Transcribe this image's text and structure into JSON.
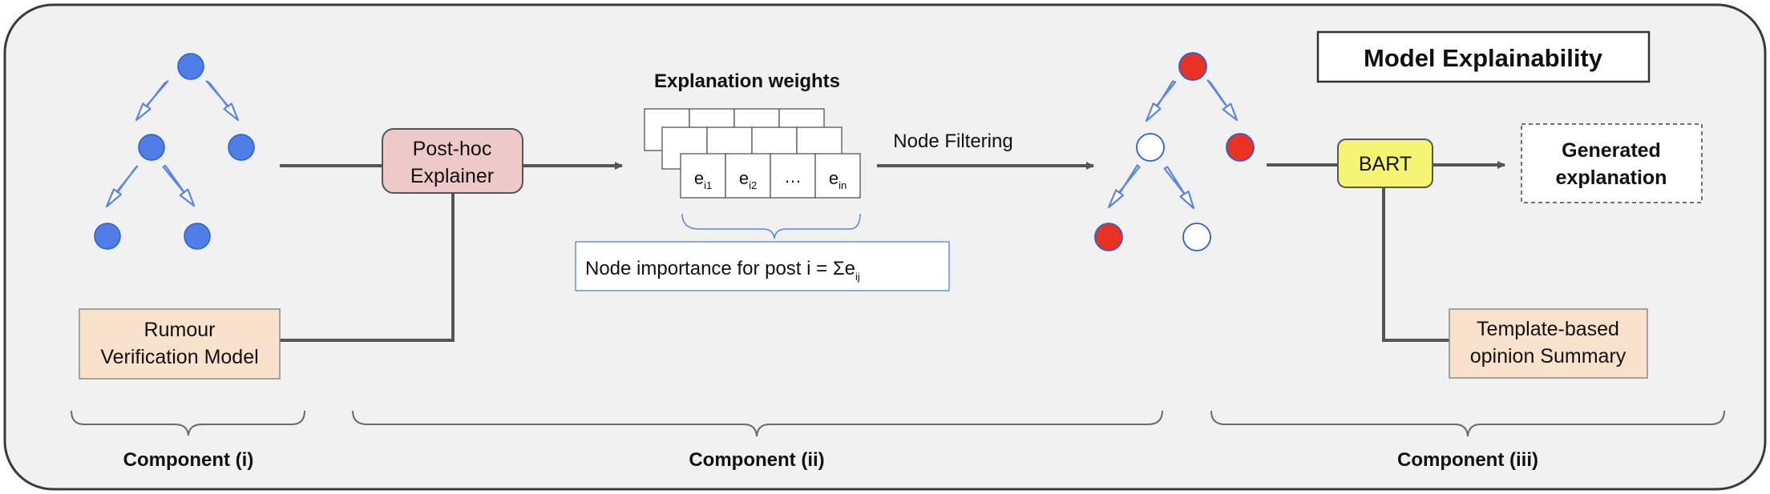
{
  "title": "Model Explainability",
  "colors": {
    "panel_fill": "#f1f1f1",
    "panel_stroke": "#3a3a3a",
    "node_blue": "#4f7fe6",
    "node_red": "#e83224",
    "node_white": "#ffffff",
    "arrow_outline": "#5b86e0",
    "line": "#555555",
    "explainer_fill": "#edc9c9",
    "model_fill": "#f8e2cb",
    "bart_fill": "#f6f573",
    "brace": "#6a6a6a",
    "note_border": "#6b8fd8"
  },
  "boxes": {
    "rumour_model": {
      "line1": "Rumour",
      "line2": "Verification Model"
    },
    "explainer": {
      "line1": "Post-hoc",
      "line2": "Explainer"
    },
    "bart": {
      "label": "BART"
    },
    "template_summary": {
      "line1": "Template-based",
      "line2": "opinion Summary"
    },
    "generated": {
      "line1": "Generated",
      "line2": "explanation"
    }
  },
  "weights": {
    "heading": "Explanation weights",
    "cells": [
      {
        "base": "e",
        "sub": "i1"
      },
      {
        "base": "e",
        "sub": "i2"
      },
      {
        "base": "…",
        "sub": ""
      },
      {
        "base": "e",
        "sub": "in"
      }
    ],
    "formula_text": "Node importance for post i  = Σe",
    "formula_sub": "ij"
  },
  "edges": {
    "node_filtering": "Node Filtering"
  },
  "components": [
    "Component (i)",
    "Component (ii)",
    "Component (iii)"
  ]
}
